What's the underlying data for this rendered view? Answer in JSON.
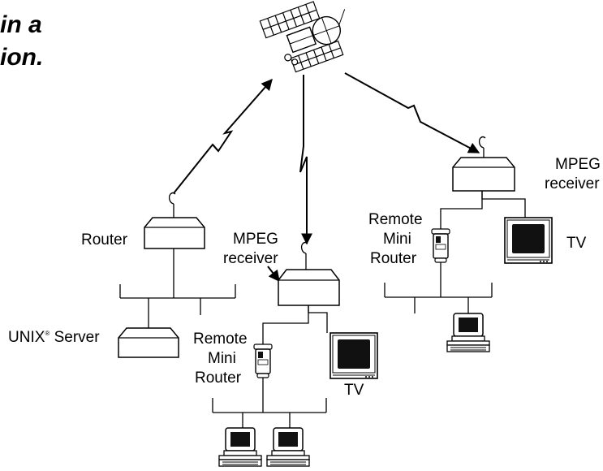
{
  "heading": {
    "line1": "in a",
    "line2": "ion."
  },
  "labels": {
    "router": "Router",
    "unix_server": "UNIX",
    "unix_registered": "®",
    "unix_server_suffix": " Server",
    "mpeg_receiver_center": [
      "MPEG",
      "receiver"
    ],
    "mpeg_receiver_right": [
      "MPEG",
      "receiver"
    ],
    "remote_mini_router_center": [
      "Remote",
      "Mini",
      "Router"
    ],
    "remote_mini_router_right": [
      "Remote",
      "Mini",
      "Router"
    ],
    "tv_center": "TV",
    "tv_right": "TV"
  },
  "icons": [
    "satellite-icon",
    "antenna-icon",
    "router-box-icon",
    "receiver-box-icon",
    "server-box-icon",
    "mini-router-icon",
    "tv-icon",
    "pc-icon",
    "lightning-link-icon"
  ]
}
